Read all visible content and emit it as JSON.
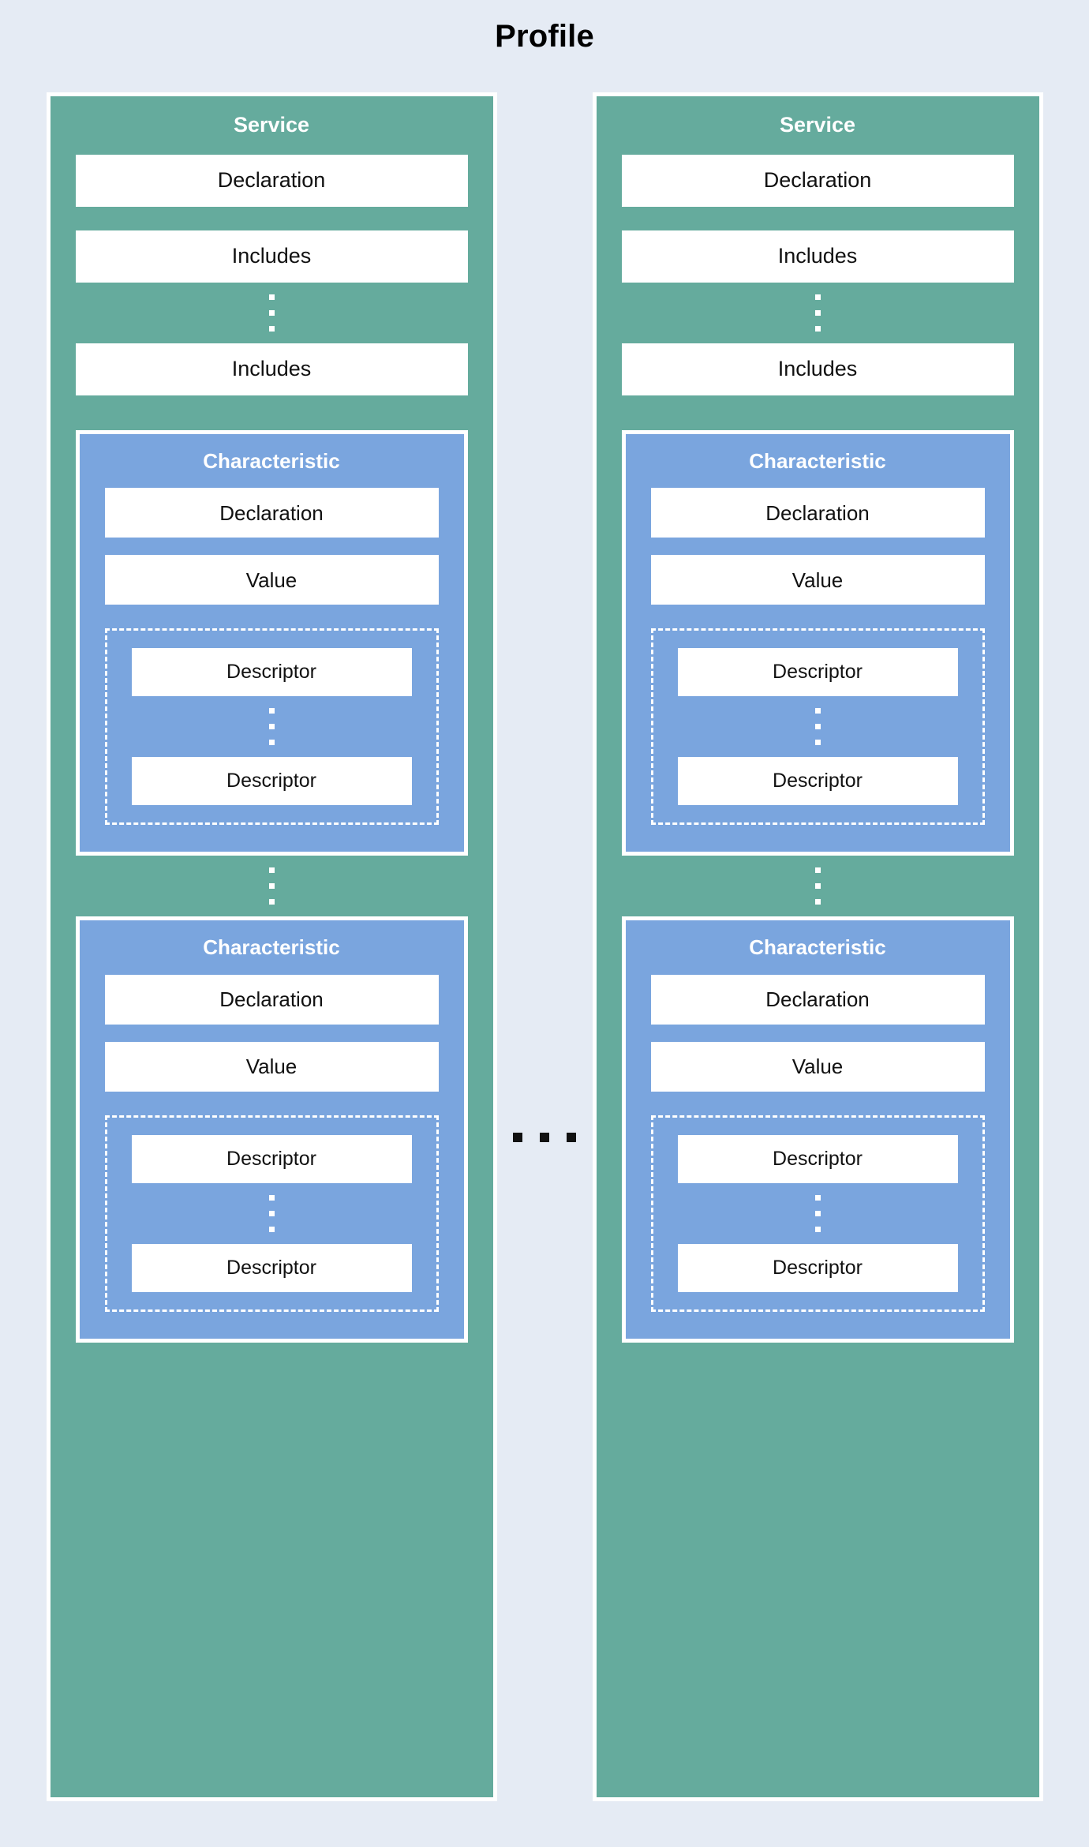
{
  "diagram": {
    "title": "Profile",
    "type": "nested-block-diagram",
    "colors": {
      "background": "#e5ebf4",
      "service": "#65ab9d",
      "characteristic": "#7aa5de",
      "leaf": "#ffffff",
      "border": "#ffffff",
      "title_text": "#000000",
      "box_title_text": "#ffffff",
      "leaf_text": "#111111",
      "horizontal_ellipsis_dot": "#111111"
    },
    "between_columns_ellipsis": "...",
    "services": [
      {
        "title": "Service",
        "declaration_label": "Declaration",
        "includes_first_label": "Includes",
        "includes_ellipsis": "⋮",
        "includes_last_label": "Includes",
        "characteristics": [
          {
            "title": "Characteristic",
            "declaration_label": "Declaration",
            "value_label": "Value",
            "descriptor_first_label": "Descriptor",
            "descriptor_ellipsis": "⋮",
            "descriptor_last_label": "Descriptor"
          },
          {
            "title": "Characteristic",
            "declaration_label": "Declaration",
            "value_label": "Value",
            "descriptor_first_label": "Descriptor",
            "descriptor_ellipsis": "⋮",
            "descriptor_last_label": "Descriptor"
          }
        ],
        "characteristics_ellipsis": "⋮"
      },
      {
        "title": "Service",
        "declaration_label": "Declaration",
        "includes_first_label": "Includes",
        "includes_ellipsis": "⋮",
        "includes_last_label": "Includes",
        "characteristics": [
          {
            "title": "Characteristic",
            "declaration_label": "Declaration",
            "value_label": "Value",
            "descriptor_first_label": "Descriptor",
            "descriptor_ellipsis": "⋮",
            "descriptor_last_label": "Descriptor"
          },
          {
            "title": "Characteristic",
            "declaration_label": "Declaration",
            "value_label": "Value",
            "descriptor_first_label": "Descriptor",
            "descriptor_ellipsis": "⋮",
            "descriptor_last_label": "Descriptor"
          }
        ],
        "characteristics_ellipsis": "⋮"
      }
    ]
  }
}
